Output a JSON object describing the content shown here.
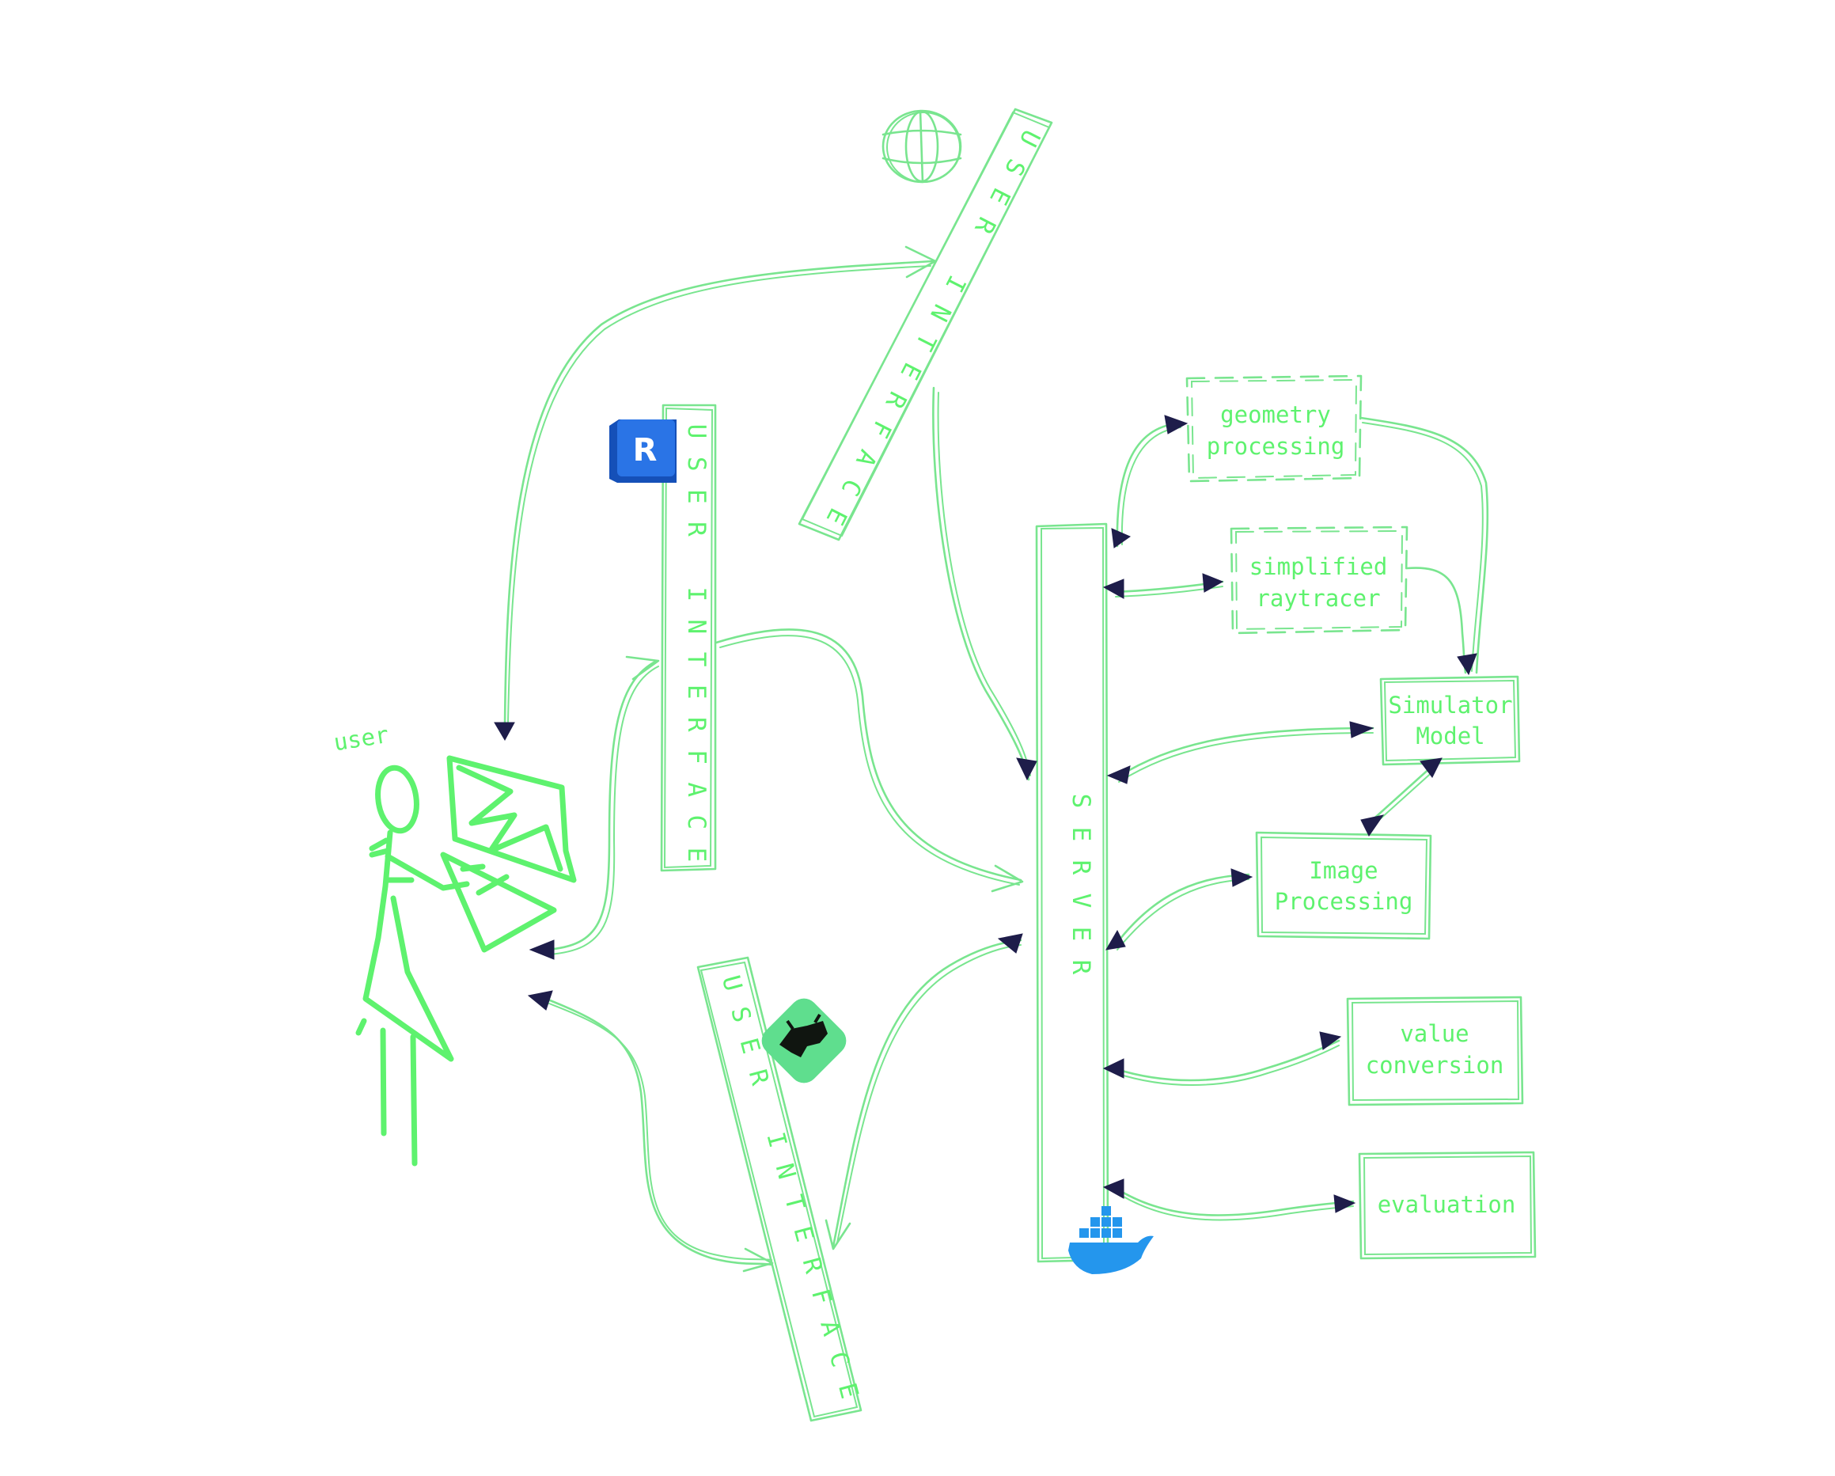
{
  "colors": {
    "stroke": "#79e58f",
    "text": "#5ef26e",
    "arrowhead": "#1e1d4a",
    "revit": "#1d5fd6",
    "rhino": "#5fde8e",
    "docker": "#2496ed"
  },
  "user_label": "user",
  "interfaces": {
    "web": "USER INTERFACE",
    "revit": "USER INTERFACE",
    "rhino": "USER INTERFACE"
  },
  "server_label": "SERVER",
  "icons": {
    "globe": "globe-icon",
    "revit": "revit-logo-icon",
    "revit_letter": "R",
    "rhino": "rhino-logo-icon",
    "docker": "docker-whale-icon"
  },
  "modules": {
    "geometry": [
      "geometry",
      "processing"
    ],
    "raytracer": [
      "simplified",
      "raytracer"
    ],
    "simulator": [
      "Simulator",
      "Model"
    ],
    "image": [
      "Image",
      "Processing"
    ],
    "conversion": [
      "value",
      "conversion"
    ],
    "evaluation": [
      "evaluation"
    ]
  }
}
